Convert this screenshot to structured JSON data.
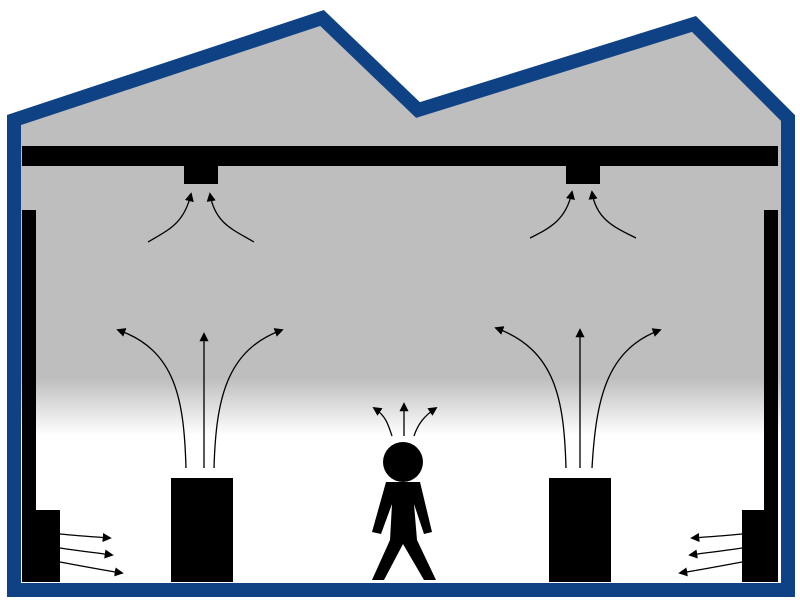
{
  "diagram": {
    "type": "building-ventilation-section",
    "colors": {
      "outline": "#0f4284",
      "stratified_air": "#bebebe",
      "occupied_zone": "#ffffff",
      "solid": "#000000"
    },
    "components": [
      {
        "id": "roof-duct",
        "kind": "supply-duct"
      },
      {
        "id": "exhaust-left",
        "kind": "exhaust-vent"
      },
      {
        "id": "exhaust-right",
        "kind": "exhaust-vent"
      },
      {
        "id": "heat-source-left",
        "kind": "heat-source"
      },
      {
        "id": "heat-source-right",
        "kind": "heat-source"
      },
      {
        "id": "occupant",
        "kind": "person"
      },
      {
        "id": "diffuser-left",
        "kind": "low-level-diffuser"
      },
      {
        "id": "diffuser-right",
        "kind": "low-level-diffuser"
      }
    ]
  }
}
